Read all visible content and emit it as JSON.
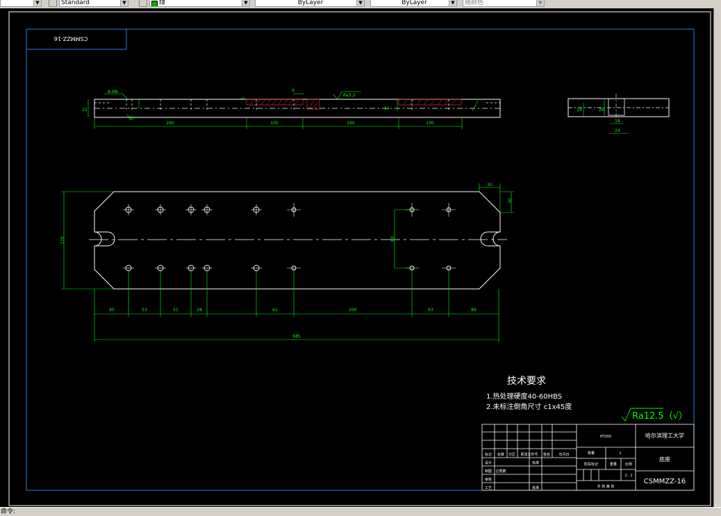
{
  "toolbar": {
    "items": [
      {
        "value": "",
        "kind": "combo-stub"
      },
      {
        "value": "Standard",
        "kind": "text-style"
      },
      {
        "value": "绿",
        "kind": "color"
      },
      {
        "value": "ByLayer",
        "kind": "linetype"
      },
      {
        "value": "ByLayer",
        "kind": "lineweight"
      },
      {
        "value": "随颜色",
        "kind": "plotstyle"
      }
    ]
  },
  "drawing": {
    "frame_label": "CSMMZZ-16",
    "top_view": {
      "dims": [
        "8-M6",
        "260",
        "100",
        "160",
        "100",
        "9",
        "14",
        "32",
        "15",
        "Ra3.2"
      ]
    },
    "side_view": {
      "dims": [
        "26",
        "18",
        "24",
        "14"
      ]
    },
    "plan_view": {
      "dims_bottom": [
        "60",
        "53",
        "51",
        "28",
        "62",
        "200",
        "63",
        "89"
      ],
      "overall_width": "685",
      "height": "170",
      "slot_height": "60",
      "chamfer_w": "30",
      "chamfer_h": "30"
    },
    "tech_req": {
      "title": "技术要求",
      "items": [
        "1.热处理硬度40-60HBS",
        "2.未标注倒角尺寸 c1x45度"
      ]
    },
    "roughness": "Ra12.5（√）",
    "title_block": {
      "material": "HT200",
      "university": "哈尔滨理工大学",
      "part_name": "底座",
      "drawing_no": "CSMMZZ-16",
      "quantity_label": "数量",
      "quantity": "1",
      "scale_label": "比例",
      "scale": "1：2",
      "weight_label": "重量",
      "stage_label": "阶段标记",
      "row_labels": [
        "标记",
        "处数",
        "分区",
        "更改文件号",
        "签名",
        "年月日"
      ],
      "left_labels": [
        "设计",
        "制图",
        "审核",
        "工艺"
      ],
      "designer": "吕秀鹏",
      "standard_label": "标准",
      "approve_label": "批准",
      "sheet_text": "共 张 第 张"
    }
  },
  "status": {
    "text": "命令:"
  }
}
